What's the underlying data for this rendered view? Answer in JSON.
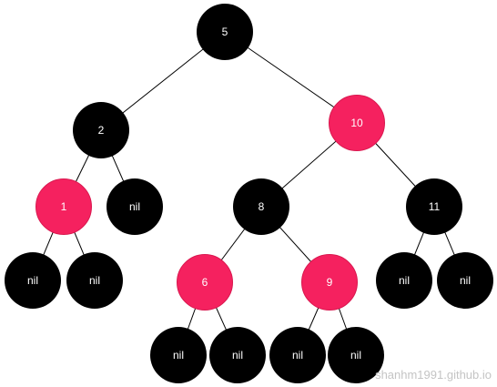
{
  "colors": {
    "black": "#000000",
    "red": "#f5215f",
    "edge": "#000000",
    "text": "#ffffff"
  },
  "tree": {
    "nodes": [
      {
        "id": "n5",
        "label": "5",
        "color": "black"
      },
      {
        "id": "n2",
        "label": "2",
        "color": "black"
      },
      {
        "id": "n10",
        "label": "10",
        "color": "red"
      },
      {
        "id": "n1",
        "label": "1",
        "color": "red"
      },
      {
        "id": "nil2",
        "label": "nil",
        "color": "black"
      },
      {
        "id": "n8",
        "label": "8",
        "color": "black"
      },
      {
        "id": "n11",
        "label": "11",
        "color": "black"
      },
      {
        "id": "nil1a",
        "label": "nil",
        "color": "black"
      },
      {
        "id": "nil1b",
        "label": "nil",
        "color": "black"
      },
      {
        "id": "n6",
        "label": "6",
        "color": "red"
      },
      {
        "id": "n9",
        "label": "9",
        "color": "red"
      },
      {
        "id": "nil11a",
        "label": "nil",
        "color": "black"
      },
      {
        "id": "nil11b",
        "label": "nil",
        "color": "black"
      },
      {
        "id": "nil6a",
        "label": "nil",
        "color": "black"
      },
      {
        "id": "nil6b",
        "label": "nil",
        "color": "black"
      },
      {
        "id": "nil9a",
        "label": "nil",
        "color": "black"
      },
      {
        "id": "nil9b",
        "label": "nil",
        "color": "black"
      }
    ],
    "edges": [
      [
        "n5",
        "n2"
      ],
      [
        "n5",
        "n10"
      ],
      [
        "n2",
        "n1"
      ],
      [
        "n2",
        "nil2"
      ],
      [
        "n10",
        "n8"
      ],
      [
        "n10",
        "n11"
      ],
      [
        "n1",
        "nil1a"
      ],
      [
        "n1",
        "nil1b"
      ],
      [
        "n8",
        "n6"
      ],
      [
        "n8",
        "n9"
      ],
      [
        "n11",
        "nil11a"
      ],
      [
        "n11",
        "nil11b"
      ],
      [
        "n6",
        "nil6a"
      ],
      [
        "n6",
        "nil6b"
      ],
      [
        "n9",
        "nil9a"
      ],
      [
        "n9",
        "nil9b"
      ]
    ]
  },
  "watermark": "shanhm1991.github.io"
}
